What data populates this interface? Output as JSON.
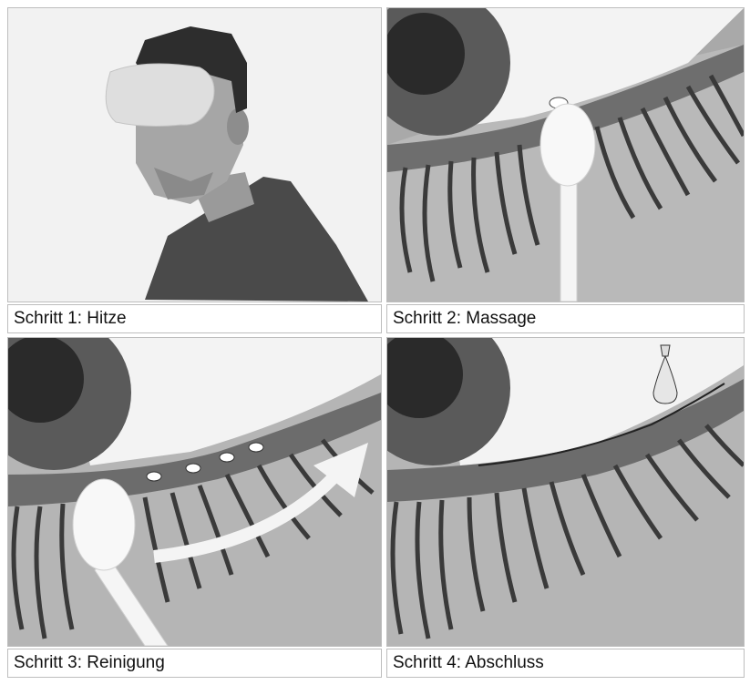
{
  "steps": [
    {
      "caption": "Schritt 1: Hitze",
      "image": "warm-compress-mask-illustration"
    },
    {
      "caption": "Schritt 2: Massage",
      "image": "eyelid-massage-cotton-swab-illustration"
    },
    {
      "caption": "Schritt 3: Reinigung",
      "image": "eyelid-cleaning-arrow-illustration"
    },
    {
      "caption": "Schritt 4: Abschluss",
      "image": "eye-drop-illustration"
    }
  ]
}
